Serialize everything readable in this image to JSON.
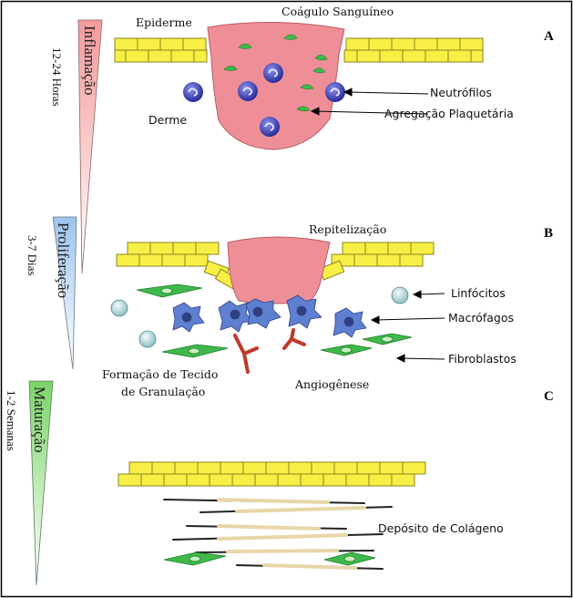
{
  "panels": {
    "a": {
      "letter": "A"
    },
    "b": {
      "letter": "B"
    },
    "c": {
      "letter": "C"
    }
  },
  "phases": [
    {
      "name": "Inflamação",
      "duration": "12-24 Horas",
      "color": "#f5b6b6"
    },
    {
      "name": "Proliferação",
      "duration": "3-7 Dias",
      "color": "#b8d4f2"
    },
    {
      "name": "Maturação",
      "duration": "1-2 Semanas",
      "color": "#a6e29a"
    }
  ],
  "labels": {
    "epiderme": "Epiderme",
    "coagulo": "Coágulo Sanguíneo",
    "derme": "Derme",
    "neutrofilos": "Neutrófilos",
    "agregacao": "Agregação Plaquetária",
    "repitelizacao": "Repitelização",
    "linfocitos": "Linfócitos",
    "macrofagos": "Macrófagos",
    "fibroblastos": "Fibroblastos",
    "formacao_1": "Formação de Tecido",
    "formacao_2": "de Granulação",
    "angiogenese": "Angiogênese",
    "deposito": "Depósito de Colágeno"
  },
  "colors": {
    "clot": "#ee8f98",
    "epidermis": "#f7ef45",
    "neutrophil": "#3b3fb0",
    "platelet": "#3fb94b",
    "macrophage": "#5f7fd0",
    "fibroblast": "#3fb94b",
    "lymphocyte": "#b8dde0",
    "vessel": "#c0392b",
    "collagen": "#e8d6a8"
  }
}
